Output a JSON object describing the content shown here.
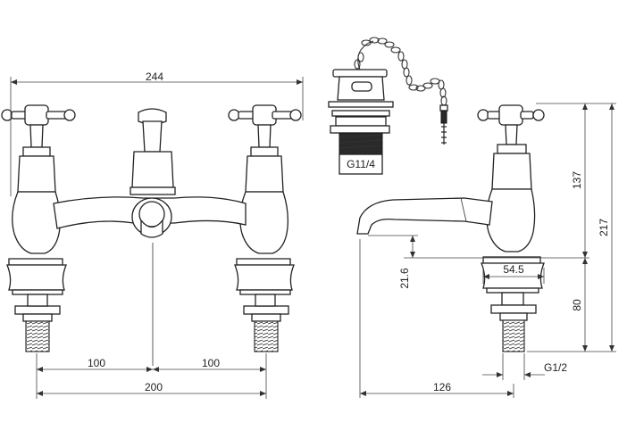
{
  "diagram": {
    "labels": {
      "overall_width": "244",
      "left_spacing": "100",
      "right_spacing": "100",
      "centres": "200",
      "waste_thread": "G11/4",
      "side_height_upper": "137",
      "side_total_height": "217",
      "spout_clearance": "21.6",
      "body_width": "54.5",
      "lower_height": "80",
      "tail_thread": "G1/2",
      "spout_reach": "126"
    },
    "colors": {
      "line": "#222222",
      "fill": "#ffffff",
      "dark": "#2a2a2a"
    }
  }
}
